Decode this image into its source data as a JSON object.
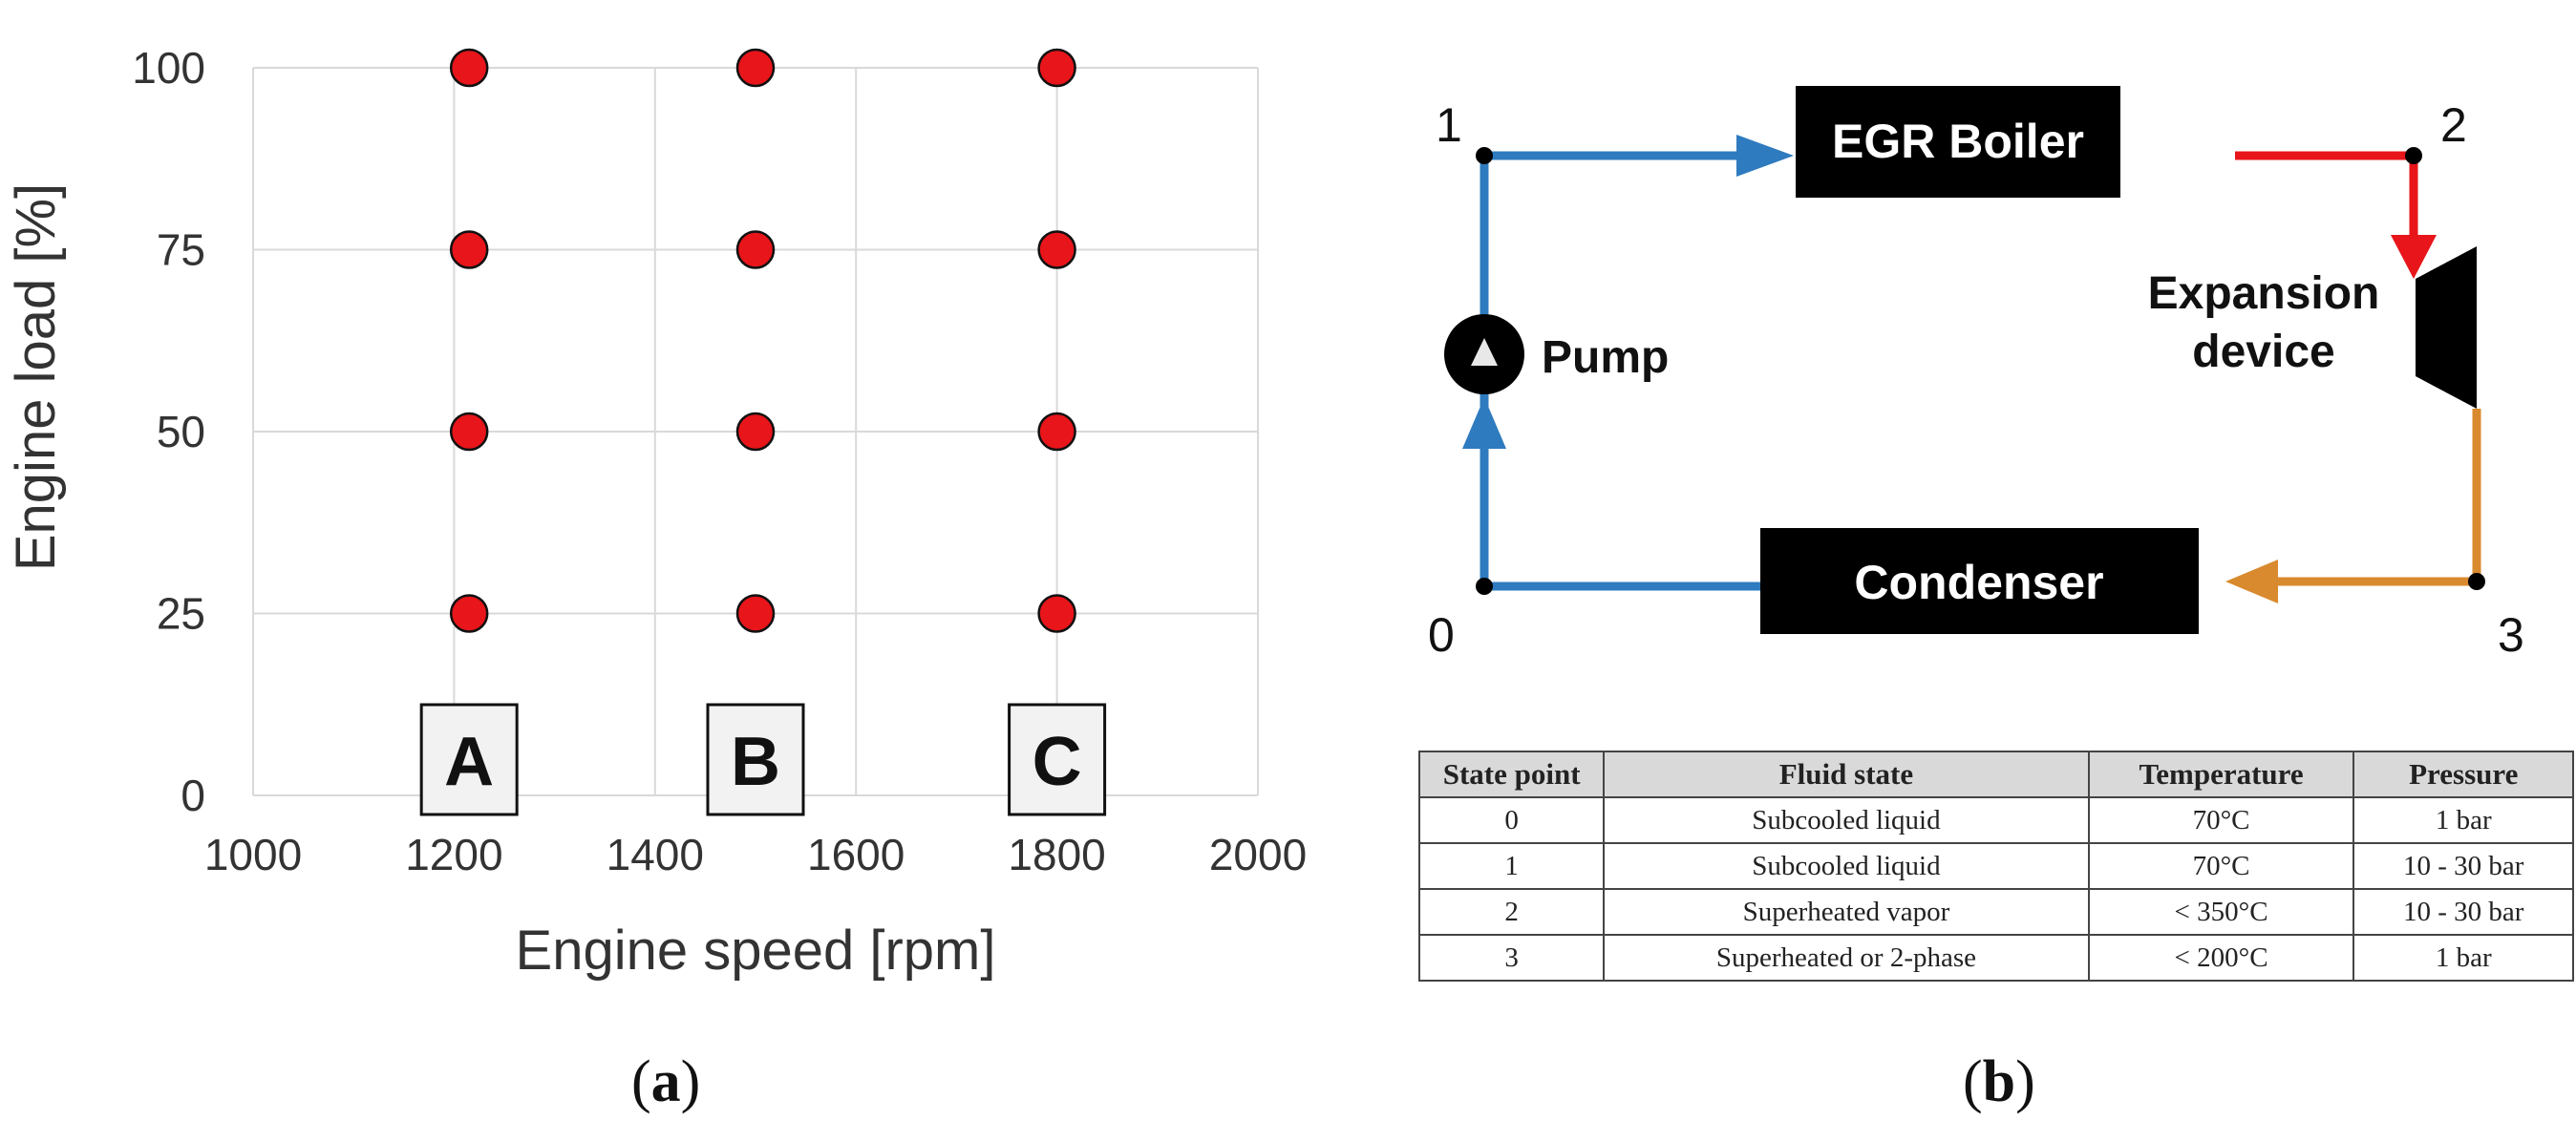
{
  "panel_a": {
    "label_open": "(",
    "label_letter": "a",
    "label_close": ")",
    "chart_data": {
      "type": "scatter",
      "xlabel": "Engine speed [rpm]",
      "ylabel": "Engine load [%]",
      "xlim": [
        1000,
        2000
      ],
      "ylim": [
        0,
        100
      ],
      "xticks": [
        1000,
        1200,
        1400,
        1600,
        1800,
        2000
      ],
      "yticks": [
        0,
        25,
        50,
        75,
        100
      ],
      "grid": true,
      "marker_color": "#e8151a",
      "points": [
        {
          "x": 1215,
          "y": 25
        },
        {
          "x": 1215,
          "y": 50
        },
        {
          "x": 1215,
          "y": 75
        },
        {
          "x": 1215,
          "y": 100
        },
        {
          "x": 1500,
          "y": 25
        },
        {
          "x": 1500,
          "y": 50
        },
        {
          "x": 1500,
          "y": 75
        },
        {
          "x": 1500,
          "y": 100
        },
        {
          "x": 1800,
          "y": 25
        },
        {
          "x": 1800,
          "y": 50
        },
        {
          "x": 1800,
          "y": 75
        },
        {
          "x": 1800,
          "y": 100
        }
      ],
      "annotations": [
        {
          "text": "A",
          "x": 1215
        },
        {
          "text": "B",
          "x": 1500
        },
        {
          "text": "C",
          "x": 1800
        }
      ]
    }
  },
  "panel_b": {
    "label_open": "(",
    "label_letter": "b",
    "label_close": ")",
    "components": {
      "boiler": "EGR Boiler",
      "condenser": "Condenser",
      "pump": "Pump",
      "expansion_line1": "Expansion",
      "expansion_line2": "device"
    },
    "points": {
      "p0": "0",
      "p1": "1",
      "p2": "2",
      "p3": "3"
    },
    "colors": {
      "blue": "#2e7bbf",
      "red": "#e8151a",
      "orange": "#d98a2e"
    },
    "table": {
      "headers": [
        "State point",
        "Fluid state",
        "Temperature",
        "Pressure"
      ],
      "rows": [
        [
          "0",
          "Subcooled liquid",
          "70°C",
          "1 bar"
        ],
        [
          "1",
          "Subcooled liquid",
          "70°C",
          "10 - 30 bar"
        ],
        [
          "2",
          "Superheated vapor",
          "< 350°C",
          "10 - 30 bar"
        ],
        [
          "3",
          "Superheated or 2-phase",
          "< 200°C",
          "1 bar"
        ]
      ]
    }
  }
}
